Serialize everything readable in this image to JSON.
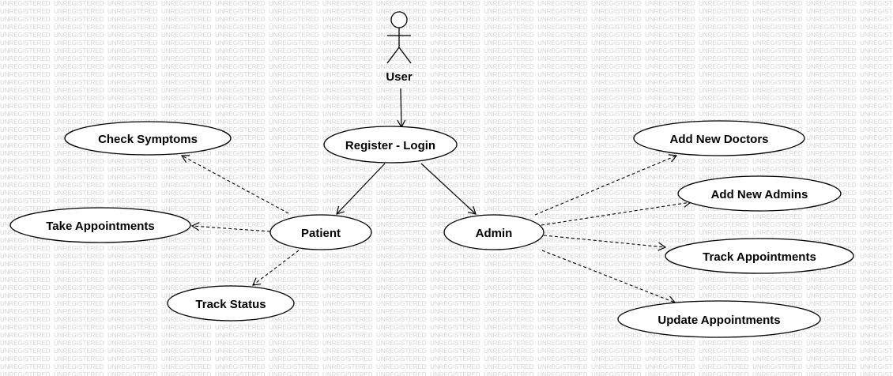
{
  "watermark": "UNREGISTERED",
  "actor": {
    "label": "User"
  },
  "use_cases": {
    "register_login": "Register - Login",
    "patient": "Patient",
    "admin": "Admin",
    "check_symptoms": "Check Symptoms",
    "take_appointments": "Take Appointments",
    "track_status": "Track  Status",
    "add_new_doctors": "Add  New Doctors",
    "add_new_admins": "Add New Admins",
    "track_appointments": "Track Appointments",
    "update_appointments": "Update Appointments"
  },
  "colors": {
    "stroke": "#000000",
    "watermark": "#d4d4d4",
    "background": "#ffffff"
  }
}
